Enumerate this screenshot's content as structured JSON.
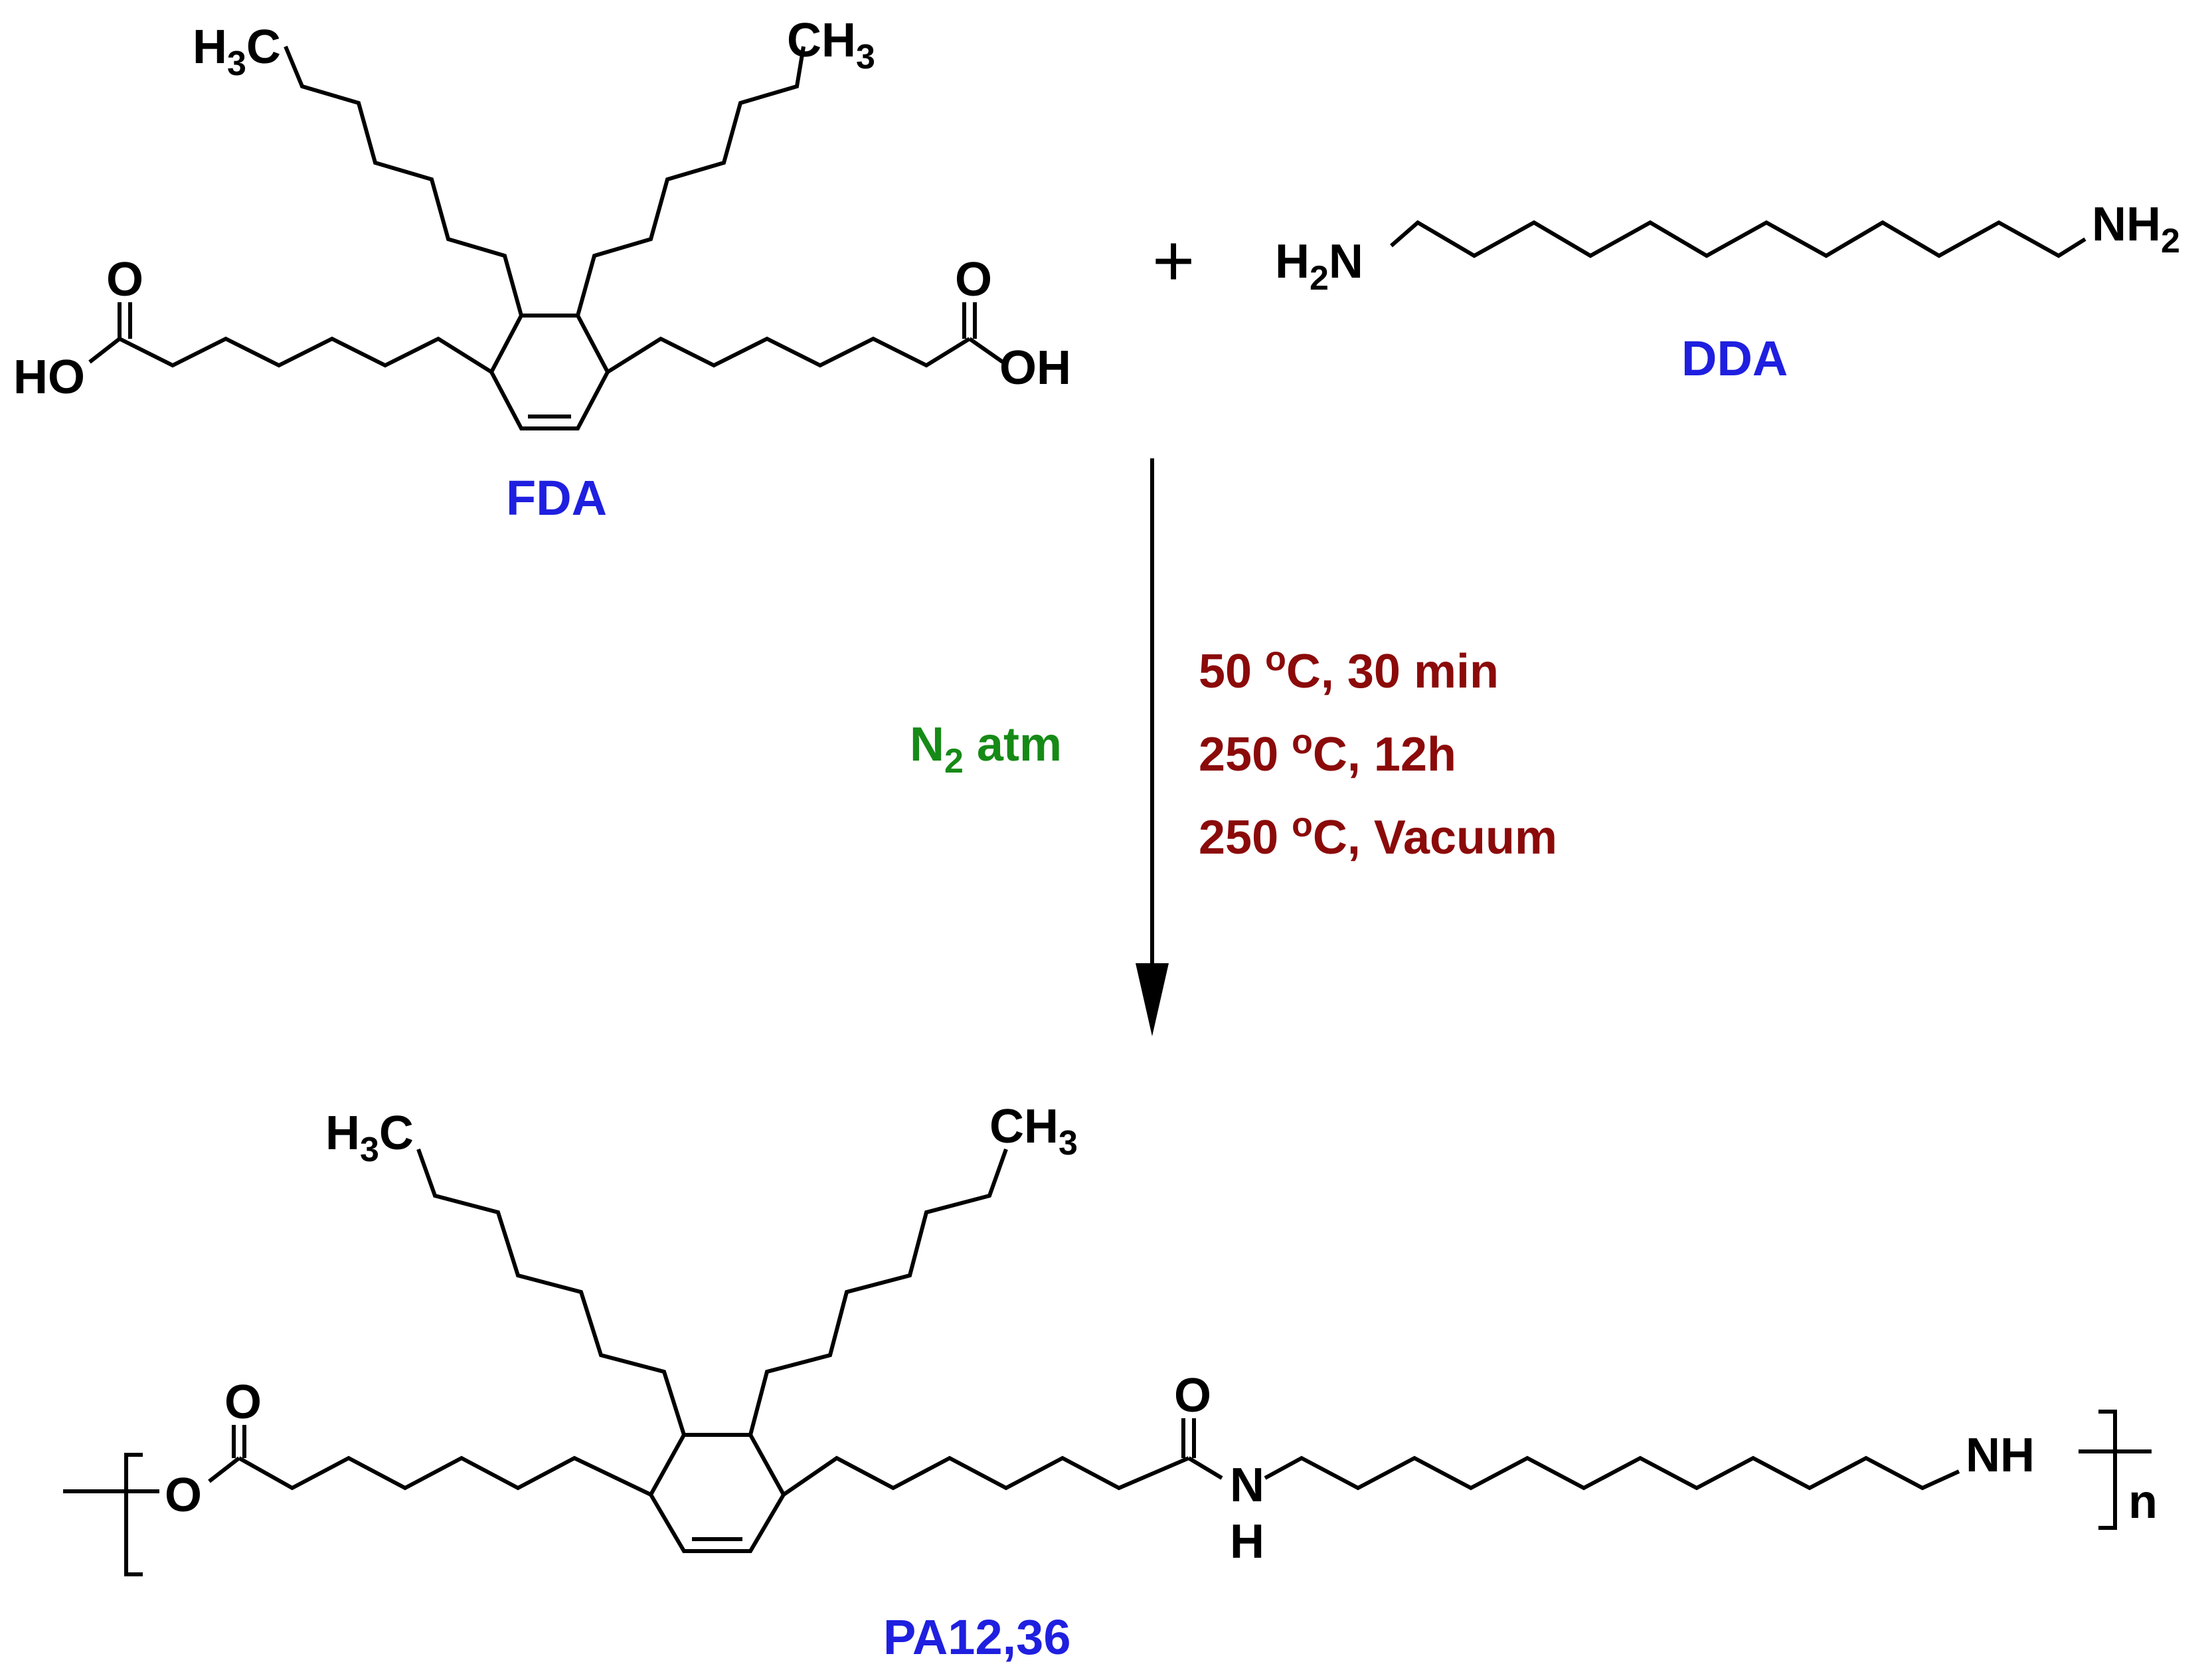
{
  "reactants": {
    "fda": {
      "label": "FDA",
      "atoms": {
        "methyl_left": "H",
        "methyl_left_sub": "3",
        "methyl_left_c": "C",
        "methyl_right": "CH",
        "methyl_right_sub": "3",
        "carbonyl_o_left": "O",
        "hydroxyl_left": "HO",
        "carbonyl_o_right": "O",
        "hydroxyl_right": "OH"
      }
    },
    "plus": "+",
    "dda": {
      "label": "DDA",
      "atoms": {
        "amine_left": "H",
        "amine_left_sub": "2",
        "amine_left_n": "N",
        "amine_right": "NH",
        "amine_right_sub": "2"
      }
    }
  },
  "conditions": {
    "atmosphere": "N",
    "atmosphere_sub": "2",
    "atmosphere_rest": " atm",
    "steps": [
      {
        "temp": "50 ",
        "deg": "o",
        "rest": "C, 30 min"
      },
      {
        "temp": "250 ",
        "deg": "o",
        "rest": "C, 12h"
      },
      {
        "temp": "250 ",
        "deg": "o",
        "rest": "C, Vacuum"
      }
    ]
  },
  "product": {
    "label": "PA12,36",
    "atoms": {
      "methyl_left": "H",
      "methyl_left_sub": "3",
      "methyl_left_c": "C",
      "methyl_right": "CH",
      "methyl_right_sub": "3",
      "ester_o": "O",
      "carbonyl_o_left": "O",
      "carbonyl_o_right": "O",
      "amide_n": "N",
      "amide_h": "H",
      "end_nh": "NH",
      "repeat": "n"
    }
  },
  "colors": {
    "compound_label": "#1f1fe0",
    "conditions": "#8b0a0a",
    "atmosphere": "#168a16",
    "bonds": "#000000"
  }
}
